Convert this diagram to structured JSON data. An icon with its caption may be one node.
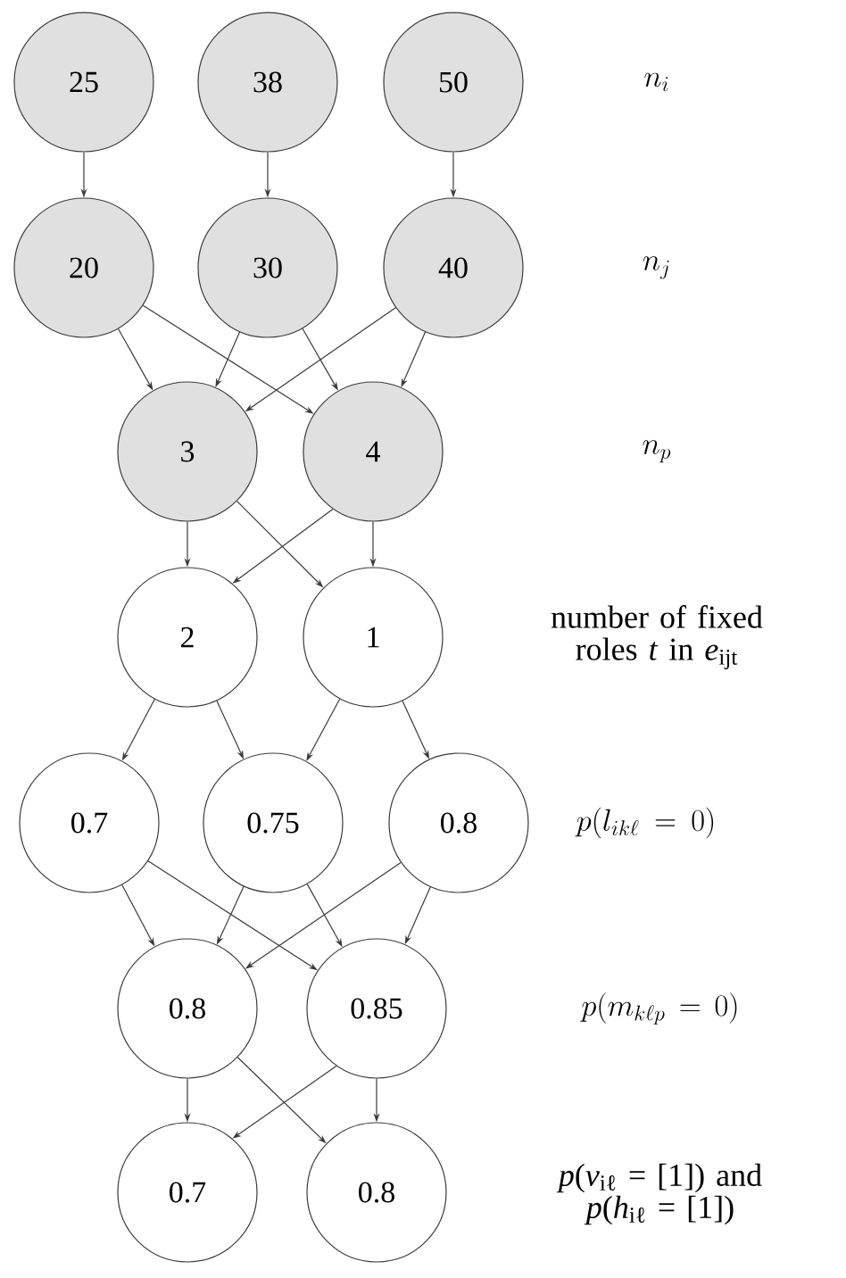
{
  "diagram": {
    "nodes": [
      {
        "text": [
          "25"
        ]
      },
      {
        "text": [
          "38"
        ]
      },
      {
        "text": [
          "50"
        ]
      },
      {
        "text": [
          "20"
        ]
      },
      {
        "text": [
          "30"
        ]
      },
      {
        "text": [
          "40"
        ]
      },
      {
        "text": [
          "3"
        ]
      },
      {
        "text": [
          "4"
        ]
      },
      {
        "text": [
          "2"
        ]
      },
      {
        "text": [
          "1"
        ]
      },
      {
        "text": [
          "0.7"
        ]
      },
      {
        "text": [
          "0.75"
        ]
      },
      {
        "text": [
          "0.8"
        ]
      },
      {
        "text": [
          "0.8"
        ]
      },
      {
        "text": [
          "0.85"
        ]
      },
      {
        "text": [
          "0.7"
        ]
      },
      {
        "text": [
          "0.8"
        ]
      }
    ],
    "edges": [
      {
        "from": 0,
        "to": 3,
        "arrow": "to"
      },
      {
        "from": 1,
        "to": 4,
        "arrow": "to"
      },
      {
        "from": 2,
        "to": 5,
        "arrow": "to"
      },
      {
        "from": 3,
        "to": 6,
        "arrow": "to"
      },
      {
        "from": 3,
        "to": 7,
        "arrow": "to"
      },
      {
        "from": 4,
        "to": 6,
        "arrow": "to"
      },
      {
        "from": 4,
        "to": 7,
        "arrow": "to"
      },
      {
        "from": 5,
        "to": 6,
        "arrow": "to"
      },
      {
        "from": 5,
        "to": 7,
        "arrow": "to"
      },
      {
        "from": 6,
        "to": 8,
        "arrow": "to"
      },
      {
        "from": 6,
        "to": 9,
        "arrow": "to"
      },
      {
        "from": 7,
        "to": 8,
        "arrow": "to"
      },
      {
        "from": 7,
        "to": 9,
        "arrow": "to"
      },
      {
        "from": 8,
        "to": 10,
        "arrow": "to"
      },
      {
        "from": 8,
        "to": 11,
        "arrow": "to"
      },
      {
        "from": 9,
        "to": 11,
        "arrow": "to"
      },
      {
        "from": 9,
        "to": 12,
        "arrow": "to"
      },
      {
        "from": 10,
        "to": 13,
        "arrow": "to"
      },
      {
        "from": 10,
        "to": 14,
        "arrow": "to"
      },
      {
        "from": 11,
        "to": 13,
        "arrow": "to"
      },
      {
        "from": 11,
        "to": 14,
        "arrow": "to"
      },
      {
        "from": 12,
        "to": 13,
        "arrow": "to"
      },
      {
        "from": 12,
        "to": 14,
        "arrow": "to"
      },
      {
        "from": 13,
        "to": 15,
        "arrow": "to"
      },
      {
        "from": 13,
        "to": 16,
        "arrow": "to"
      },
      {
        "from": 14,
        "to": 15,
        "arrow": "to"
      },
      {
        "from": 14,
        "to": 16,
        "arrow": "to"
      }
    ],
    "labels": [
      "n_i",
      "n_j",
      "n_p",
      "number of fixed roles *t* in *e*$_{ijt}$",
      "p(l_{ik\\ell} = 0)",
      "p(m_{k\\ell p} = 0)",
      "*p*(*v*$_{iℓ}$ = [1]) and *p*(*h*$_{iℓ}$ = [1])"
    ]
  }
}
